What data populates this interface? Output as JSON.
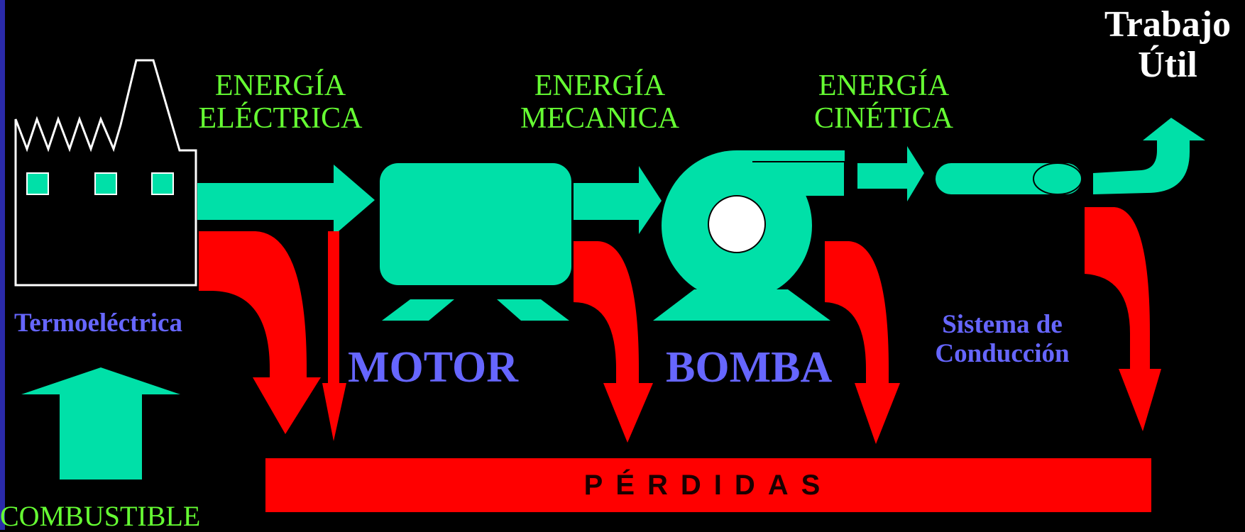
{
  "colors": {
    "background": "#000000",
    "left_bar": "#2a2aaa",
    "flow": "#00e0a8",
    "loss": "#ff0000",
    "energy_text": "#66ff33",
    "stage_text": "#6666ff",
    "work_text": "#ffffff"
  },
  "energies": {
    "electrica": [
      "ENERGÍA",
      "ELÉCTRICA"
    ],
    "mecanica": [
      "ENERGÍA",
      "MECANICA"
    ],
    "cinetica": [
      "ENERGÍA",
      "CINÉTICA"
    ]
  },
  "stages": {
    "termoelectrica": "Termoeléctrica",
    "motor": "MOTOR",
    "bomba": "BOMBA",
    "sistema": [
      "Sistema de",
      "Conducción"
    ]
  },
  "input": "COMBUSTIBLE",
  "output": [
    "Trabajo",
    "Útil"
  ],
  "losses": "PÉRDIDAS"
}
